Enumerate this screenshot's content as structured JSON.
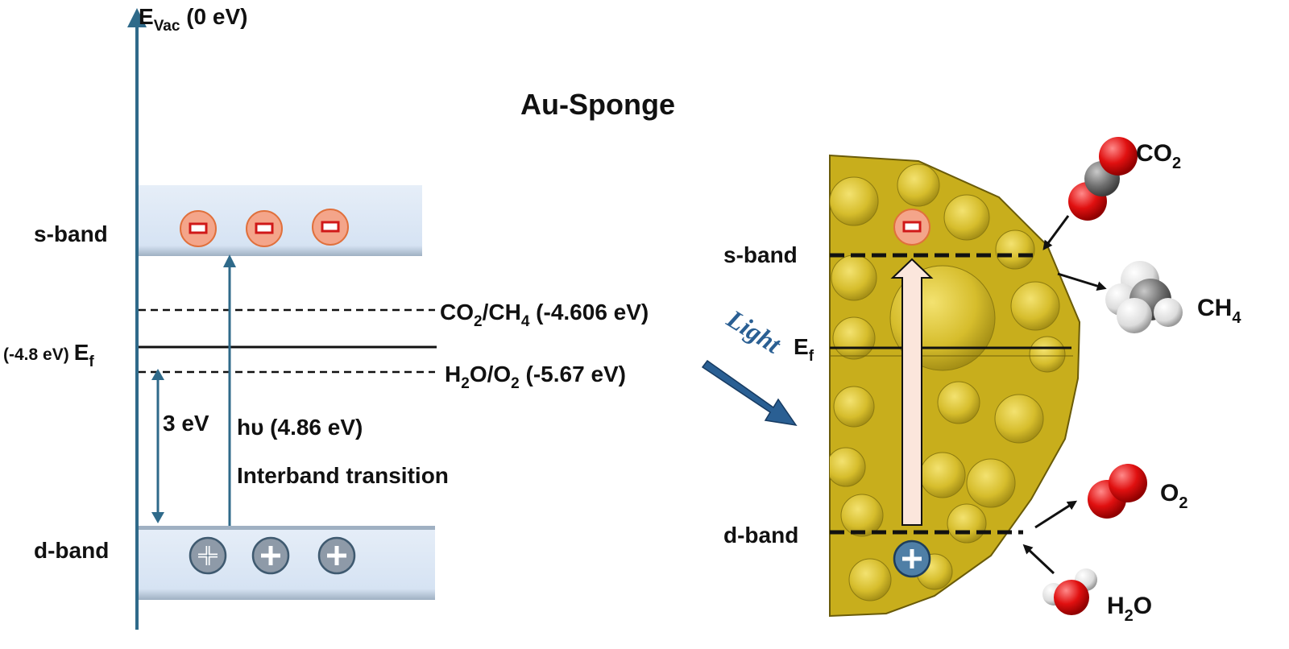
{
  "title": "Au-Sponge",
  "left_diagram": {
    "vacuum_label": {
      "main": "E",
      "sub": "Vac",
      "tail": " (0 eV)"
    },
    "s_band": "s-band",
    "d_band": "d-band",
    "fermi": {
      "value": "(-4.8 eV)",
      "main": "E",
      "sub": "f"
    },
    "co2_ch4": {
      "a": "CO",
      "a_sub": "2",
      "b": "/CH",
      "b_sub": "4",
      "tail": " (-4.606  eV)"
    },
    "h2o_o2": {
      "a": "H",
      "a_sub": "2",
      "b": "O/O",
      "b_sub": "2",
      "tail": " (-5.67 eV)"
    },
    "gap": "3 eV",
    "photon": "hυ (4.86 eV)",
    "transition": "Interband transition",
    "electron_sign": "−",
    "hole_sign": "+",
    "colors": {
      "band": "#dce8f6",
      "axis": "#2f6a8a",
      "electron": "#f4a58a",
      "hole": "#8e9aa8"
    }
  },
  "right_diagram": {
    "s_band": "s-band",
    "d_band": "d-band",
    "fermi": {
      "main": "E",
      "sub": "f"
    },
    "light": "Light",
    "molecules": {
      "co2": {
        "main": "CO",
        "sub": "2"
      },
      "ch4": {
        "main": "CH",
        "sub": "4"
      },
      "o2": {
        "main": "O",
        "sub": "2"
      },
      "h2o": {
        "main": "H",
        "sub": "2",
        "tail": "O"
      }
    },
    "electron_sign": "−",
    "hole_sign": "+",
    "colors": {
      "gold": "#c8ae1c",
      "gold_dark": "#8c7a10",
      "light_arrow": "#2a5f93",
      "transition_arrow": "#fbe6dc"
    }
  }
}
